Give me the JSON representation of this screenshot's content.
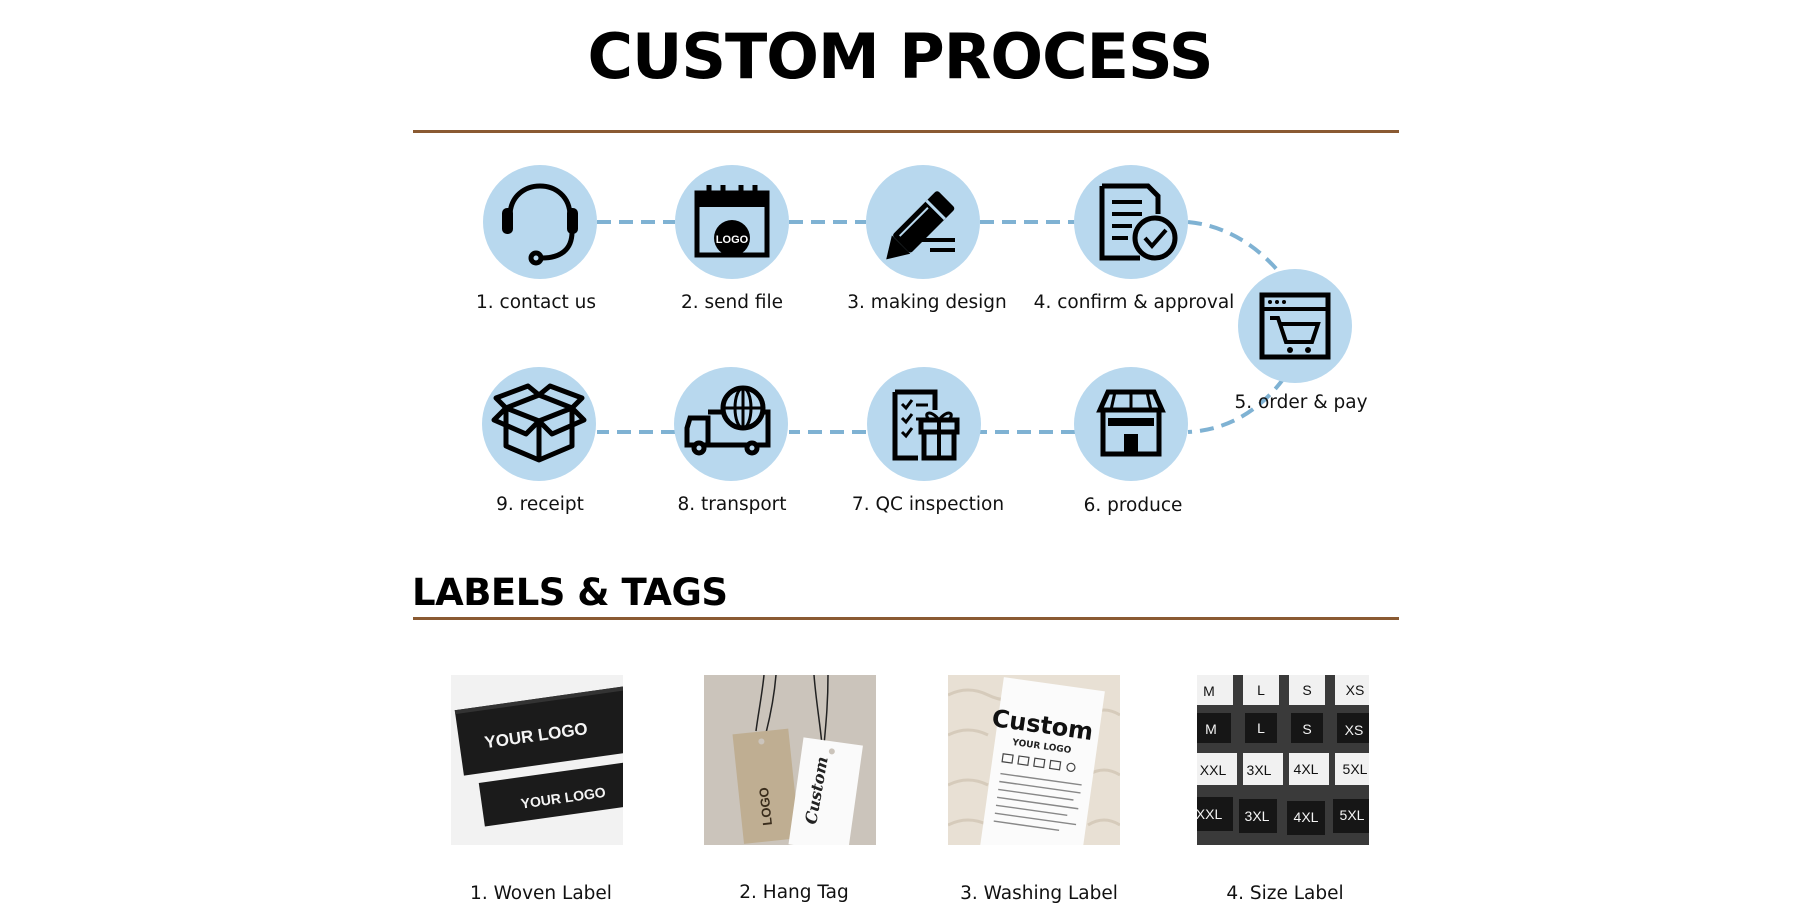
{
  "header": {
    "title": "CUSTOM PROCESS"
  },
  "process": {
    "steps": [
      {
        "label": "1. contact us",
        "icon": "headset-icon"
      },
      {
        "label": "2. send file",
        "icon": "calendar-logo-icon"
      },
      {
        "label": "3. making design",
        "icon": "pencil-icon"
      },
      {
        "label": "4. confirm & approval",
        "icon": "document-check-icon"
      },
      {
        "label": "5. order & pay",
        "icon": "shopping-cart-window-icon"
      },
      {
        "label": "6. produce",
        "icon": "factory-storefront-icon"
      },
      {
        "label": "7. QC inspection",
        "icon": "checklist-gift-icon"
      },
      {
        "label": "8. transport",
        "icon": "globe-truck-icon"
      },
      {
        "label": "9. receipt",
        "icon": "open-box-icon"
      }
    ],
    "logo_badge_text": "LOGO"
  },
  "labels_section": {
    "title": "LABELS & TAGS",
    "items": [
      {
        "label": "1. Woven Label",
        "image_text": [
          "YOUR LOGO",
          "YOUR LOGO"
        ]
      },
      {
        "label": "2. Hang Tag",
        "image_text": [
          "Custom",
          "LOGO"
        ]
      },
      {
        "label": "3. Washing Label",
        "image_text": [
          "Custom",
          "YOUR LOGO"
        ]
      },
      {
        "label": "4. Size Label",
        "image_text": [
          "M",
          "L",
          "S",
          "XS",
          "M",
          "L",
          "S",
          "XS",
          "XXL",
          "3XL",
          "4XL",
          "5XL",
          "XXL",
          "3XL",
          "4XL",
          "5XL"
        ]
      }
    ]
  },
  "colors": {
    "circle_fill": "#b8d8ee",
    "dash_line": "#7fb2d3",
    "rule": "#8a5a32"
  }
}
